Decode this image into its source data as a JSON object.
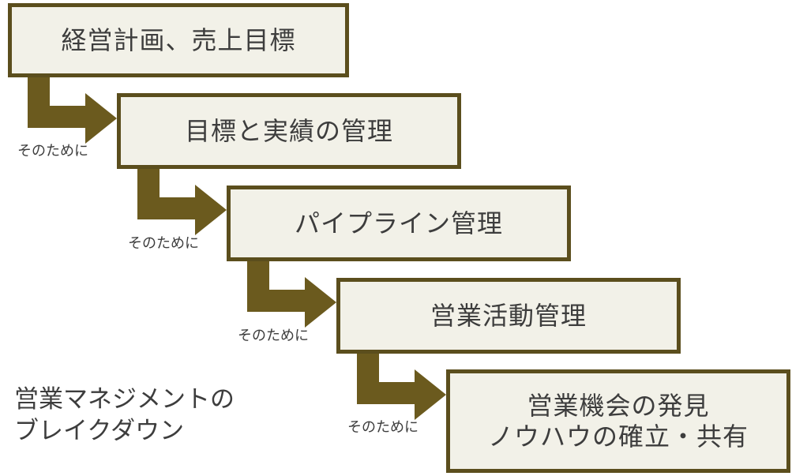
{
  "colors": {
    "accent": "#6b5a1e",
    "box_border": "#5b4e1d",
    "box_fill": "#f2f1e8",
    "text": "#3d3d3d"
  },
  "steps": [
    {
      "label": "経営計画、売上目標"
    },
    {
      "label": "目標と実績の管理"
    },
    {
      "label": "パイプライン管理"
    },
    {
      "label": "営業活動管理"
    },
    {
      "label": "営業機会の発見\nノウハウの確立・共有"
    }
  ],
  "connectors": [
    {
      "label": "そのために"
    },
    {
      "label": "そのために"
    },
    {
      "label": "そのために"
    },
    {
      "label": "そのために"
    }
  ],
  "caption": "営業マネジメントの\nブレイクダウン"
}
